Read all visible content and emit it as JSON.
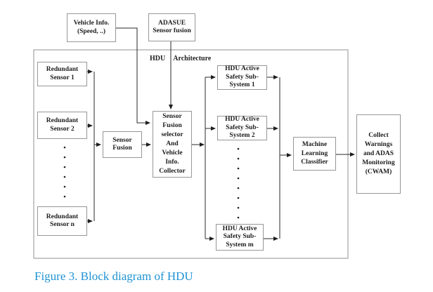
{
  "figure": {
    "caption": "Figure 3. Block diagram of HDU",
    "caption_color": "#1e93d2"
  },
  "diagram": {
    "architecture_label": {
      "word1": "HDU",
      "word2": "Architecture"
    },
    "line_color": "#2a2a2a",
    "nodes": {
      "vehicle_info": {
        "lines": [
          "Vehicle Info.",
          "(Speed, ..)"
        ]
      },
      "adasue": {
        "lines": [
          "ADASUE",
          "Sensor fusion"
        ]
      },
      "sensor_1": {
        "lines": [
          "Redundant",
          "Sensor 1"
        ]
      },
      "sensor_2": {
        "lines": [
          "Redundant",
          "Sensor 2"
        ]
      },
      "sensor_n": {
        "lines": [
          "Redundant",
          "Sensor n"
        ]
      },
      "sensor_fusion": {
        "lines": [
          "Sensor",
          "Fusion"
        ]
      },
      "fusion_selector": {
        "lines": [
          "Sensor",
          "Fusion",
          "selector",
          "And",
          "Vehicle",
          "Info.",
          "Collector"
        ]
      },
      "subsystem_1": {
        "lines": [
          "HDU Active",
          "Safety Sub-",
          "System 1"
        ]
      },
      "subsystem_2": {
        "lines": [
          "HDU Active",
          "Safety Sub-",
          "System 2"
        ]
      },
      "subsystem_m": {
        "lines": [
          "HDU Active",
          "Safety Sub-",
          "System m"
        ]
      },
      "ml_classifier": {
        "lines": [
          "Machine",
          "Learning",
          "Classifier"
        ]
      },
      "cwam": {
        "lines": [
          "Collect",
          "Warnings",
          "and ADAS",
          "Monitoring",
          "(CWAM)"
        ]
      }
    }
  }
}
